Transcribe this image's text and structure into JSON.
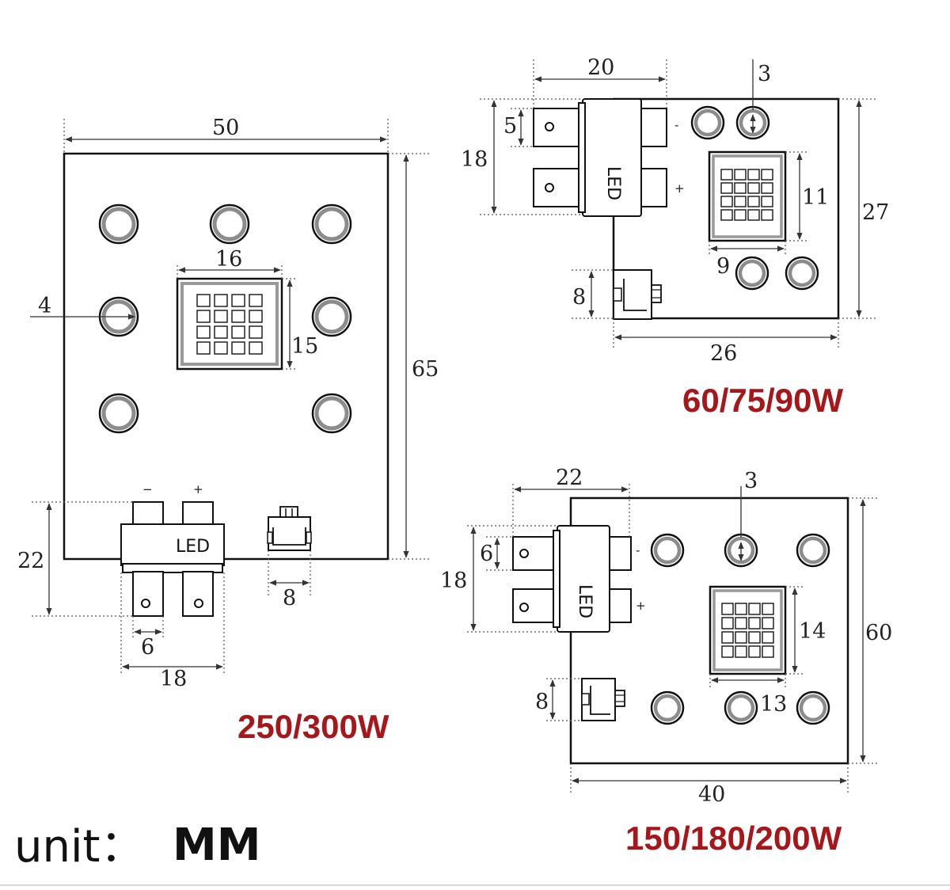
{
  "unit": {
    "label": "unit：",
    "value": "MM"
  },
  "colors": {
    "model_label": "#a6171c",
    "outline": "#111111",
    "hole_ring": "#8c8c8c"
  },
  "boards": {
    "big": {
      "model": "250/300W",
      "width": "50",
      "height": "65",
      "chip_width": "16",
      "chip_height": "15",
      "hole_diameter": "4",
      "connector_offset": "22",
      "terminal_width": "6",
      "terminal_span": "18",
      "socket_width": "8",
      "led_text": "LED",
      "minus": "−",
      "plus": "+"
    },
    "small": {
      "model": "60/75/90W",
      "width": "26",
      "height": "27",
      "top_span": "20",
      "hole_diameter": "3",
      "terminal_width": "5",
      "terminal_span": "18",
      "chip_height": "11",
      "chip_width": "9",
      "socket_height": "8",
      "led_text": "LED",
      "minus": "-",
      "plus": "+"
    },
    "medium": {
      "model": "150/180/200W",
      "width": "40",
      "height": "60",
      "top_span": "22",
      "hole_diameter": "3",
      "terminal_width": "6",
      "terminal_span": "18",
      "chip_height": "14",
      "chip_width": "13",
      "socket_height": "8",
      "led_text": "LED",
      "minus": "-",
      "plus": "+"
    }
  }
}
